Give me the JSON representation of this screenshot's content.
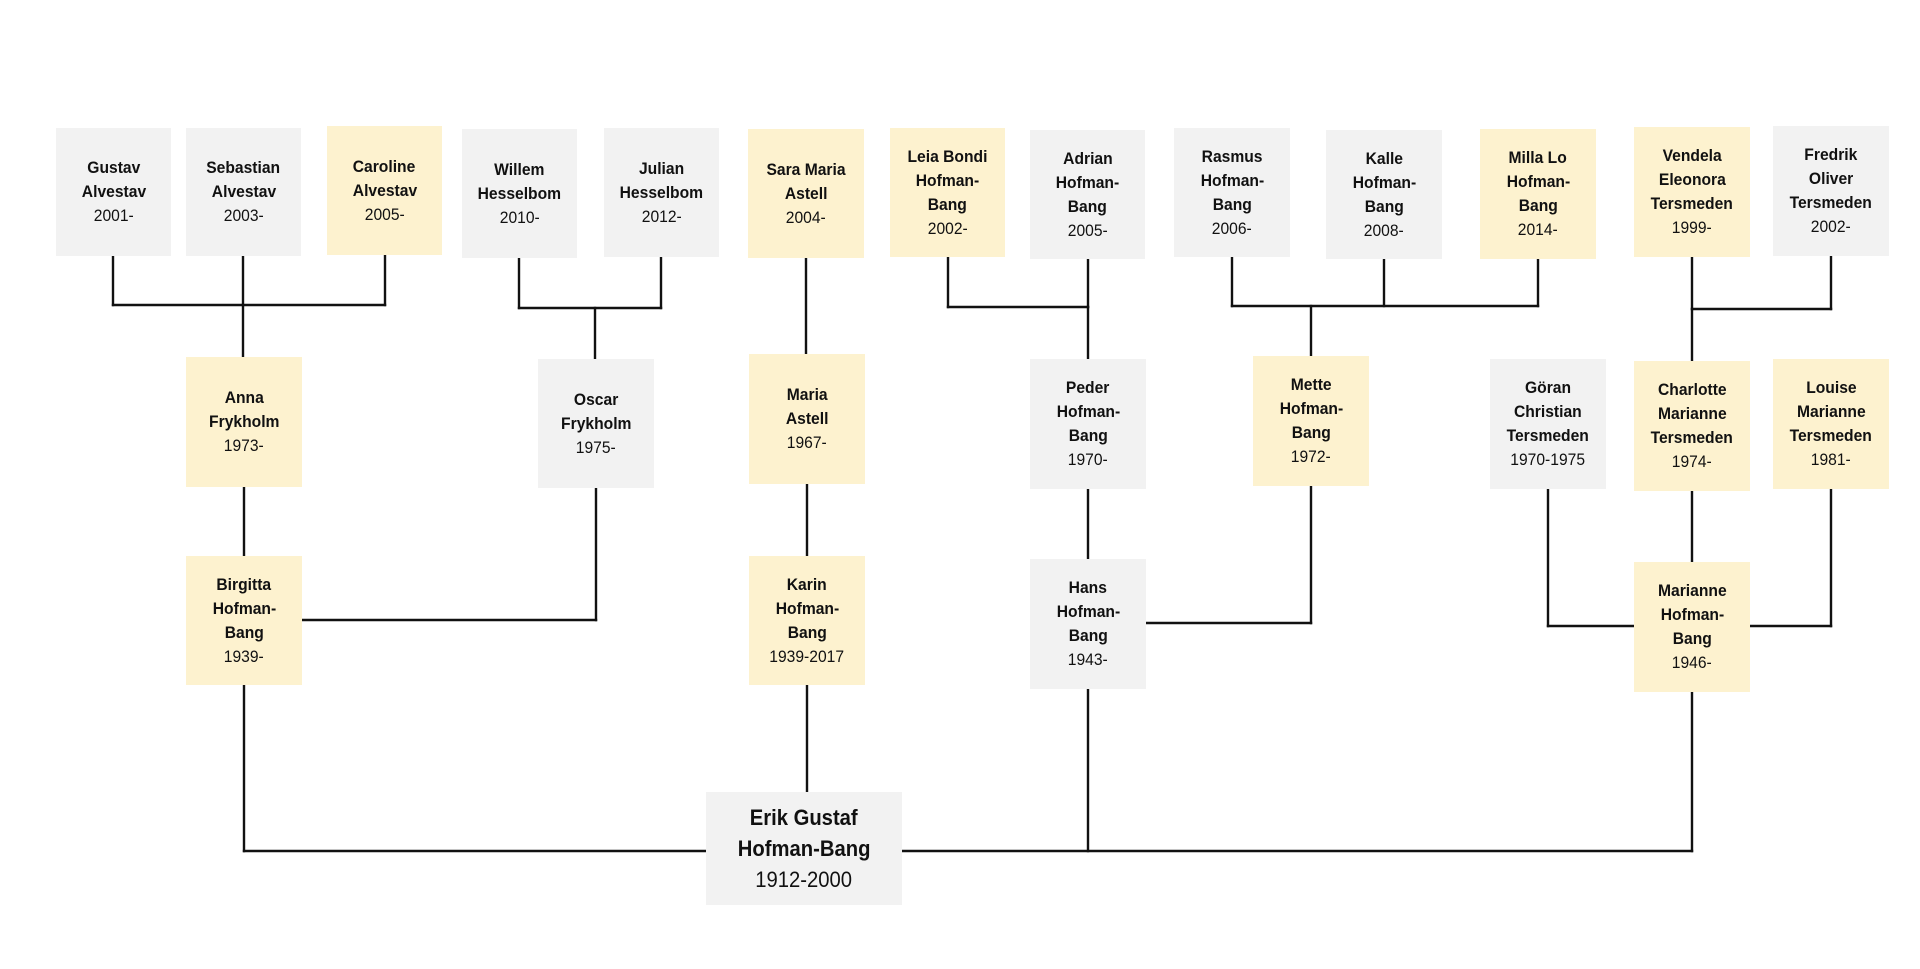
{
  "family_tree": {
    "root": {
      "name_lines": [
        "Erik Gustaf",
        "Hofman-Bang"
      ],
      "years": "1912-2000",
      "color": "gray"
    },
    "people": [
      {
        "id": "gustav",
        "name_lines": [
          "Gustav",
          "Alvestav"
        ],
        "years": "2001-",
        "color": "gray"
      },
      {
        "id": "sebastian",
        "name_lines": [
          "Sebastian",
          "Alvestav"
        ],
        "years": "2003-",
        "color": "gray"
      },
      {
        "id": "caroline",
        "name_lines": [
          "Caroline",
          "Alvestav"
        ],
        "years": "2005-",
        "color": "yellow"
      },
      {
        "id": "willem",
        "name_lines": [
          "Willem",
          "Hesselbom"
        ],
        "years": "2010-",
        "color": "gray"
      },
      {
        "id": "julian",
        "name_lines": [
          "Julian",
          "Hesselbom"
        ],
        "years": "2012-",
        "color": "gray"
      },
      {
        "id": "saramaria",
        "name_lines": [
          "Sara Maria",
          "Astell"
        ],
        "years": "2004-",
        "color": "yellow"
      },
      {
        "id": "leia",
        "name_lines": [
          "Leia Bondi",
          "Hofman-",
          "Bang"
        ],
        "years": "2002-",
        "color": "yellow"
      },
      {
        "id": "adrian",
        "name_lines": [
          "Adrian",
          "Hofman-",
          "Bang"
        ],
        "years": "2005-",
        "color": "gray"
      },
      {
        "id": "rasmus",
        "name_lines": [
          "Rasmus",
          "Hofman-",
          "Bang"
        ],
        "years": "2006-",
        "color": "gray"
      },
      {
        "id": "kalle",
        "name_lines": [
          "Kalle",
          "Hofman-",
          "Bang"
        ],
        "years": "2008-",
        "color": "gray"
      },
      {
        "id": "millalo",
        "name_lines": [
          "Milla Lo",
          "Hofman-",
          "Bang"
        ],
        "years": "2014-",
        "color": "yellow"
      },
      {
        "id": "vendela",
        "name_lines": [
          "Vendela",
          "Eleonora",
          "Tersmeden"
        ],
        "years": "1999-",
        "color": "yellow"
      },
      {
        "id": "fredrik",
        "name_lines": [
          "Fredrik",
          "Oliver",
          "Tersmeden"
        ],
        "years": "2002-",
        "color": "gray"
      },
      {
        "id": "anna",
        "name_lines": [
          "Anna",
          "Frykholm"
        ],
        "years": "1973-",
        "color": "yellow"
      },
      {
        "id": "oscar",
        "name_lines": [
          "Oscar",
          "Frykholm"
        ],
        "years": "1975-",
        "color": "gray"
      },
      {
        "id": "maria",
        "name_lines": [
          "Maria",
          "Astell"
        ],
        "years": "1967-",
        "color": "yellow"
      },
      {
        "id": "peder",
        "name_lines": [
          "Peder",
          "Hofman-",
          "Bang"
        ],
        "years": "1970-",
        "color": "gray"
      },
      {
        "id": "mette",
        "name_lines": [
          "Mette",
          "Hofman-",
          "Bang"
        ],
        "years": "1972-",
        "color": "yellow"
      },
      {
        "id": "goran",
        "name_lines": [
          "Göran",
          "Christian",
          "Tersmeden"
        ],
        "years": "1970-1975",
        "color": "gray"
      },
      {
        "id": "charlotte",
        "name_lines": [
          "Charlotte",
          "Marianne",
          "Tersmeden"
        ],
        "years": "1974-",
        "color": "yellow"
      },
      {
        "id": "louise",
        "name_lines": [
          "Louise",
          "Marianne",
          "Tersmeden"
        ],
        "years": "1981-",
        "color": "yellow"
      },
      {
        "id": "birgitta",
        "name_lines": [
          "Birgitta",
          "Hofman-",
          "Bang"
        ],
        "years": "1939-",
        "color": "yellow"
      },
      {
        "id": "karin",
        "name_lines": [
          "Karin",
          "Hofman-",
          "Bang"
        ],
        "years": "1939-2017",
        "color": "yellow"
      },
      {
        "id": "hans",
        "name_lines": [
          "Hans",
          "Hofman-",
          "Bang"
        ],
        "years": "1943-",
        "color": "gray"
      },
      {
        "id": "marianne",
        "name_lines": [
          "Marianne",
          "Hofman-",
          "Bang"
        ],
        "years": "1946-",
        "color": "yellow"
      }
    ],
    "colors": {
      "gray": "#f2f2f2",
      "yellow": "#fdf2cf",
      "line": "#111111"
    }
  }
}
